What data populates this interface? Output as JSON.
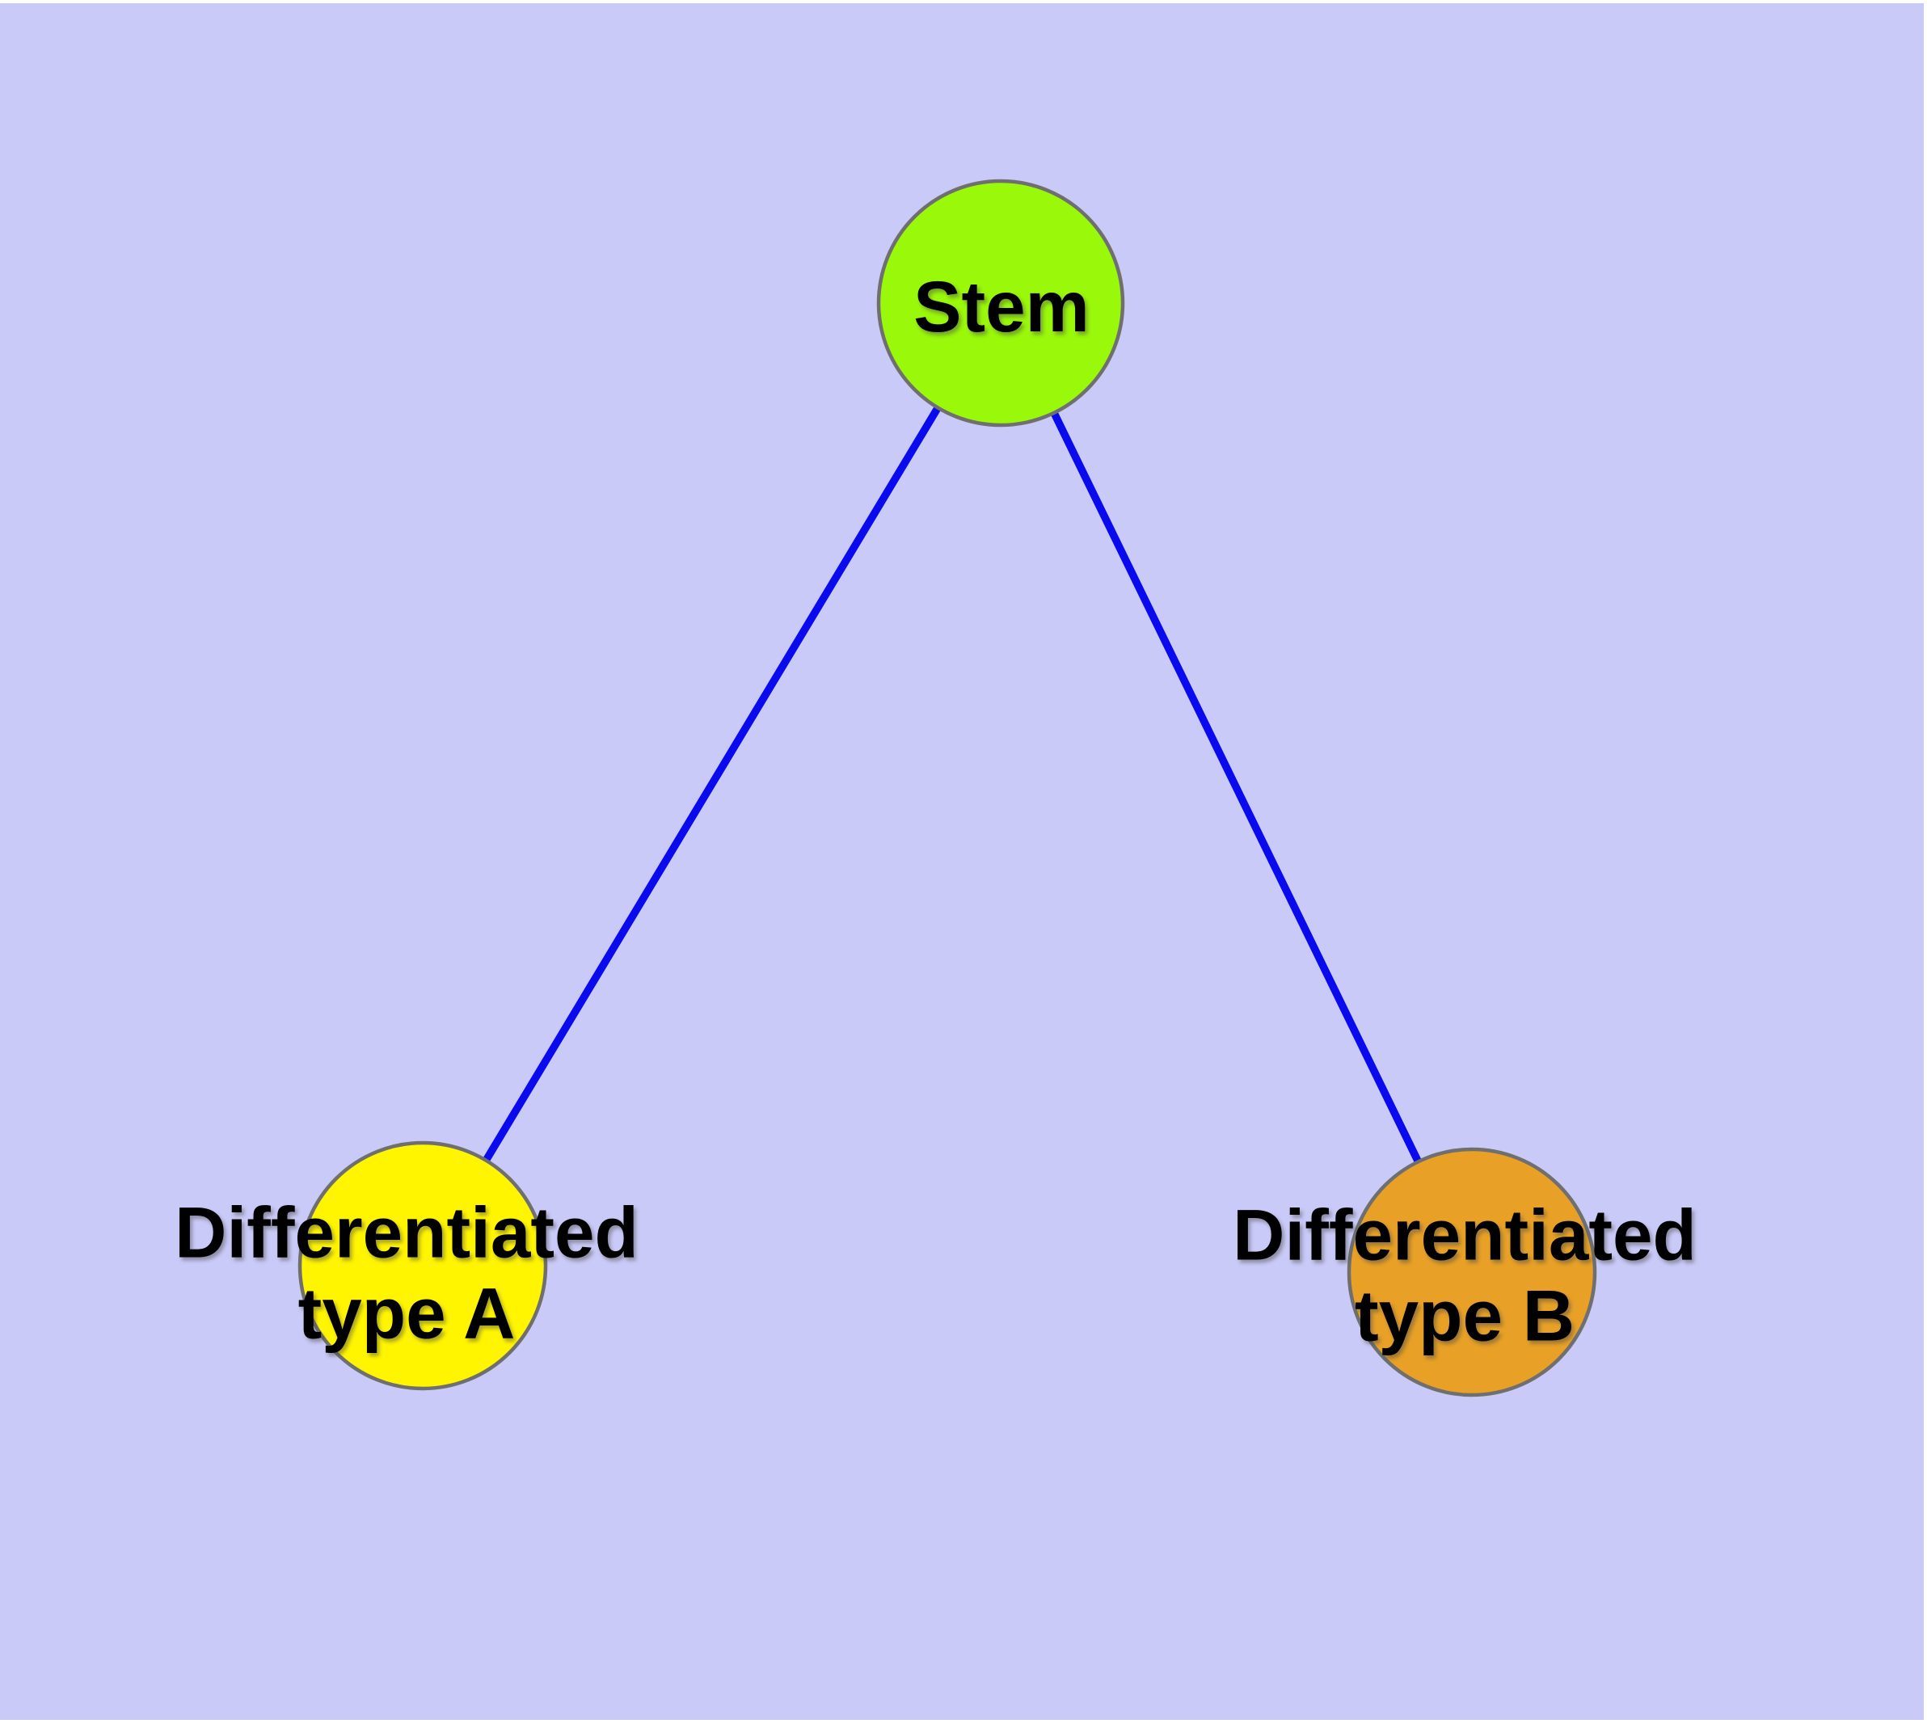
{
  "diagram": {
    "colors": {
      "background": "#CACAF8",
      "page_margin": "#FFFFFF",
      "edge": "#0A0AEF",
      "node_border": "#6F6F6F",
      "label_text": "#000000"
    },
    "nodes": {
      "stem": {
        "label": "Stem",
        "fill": "#9AF80A"
      },
      "type_a": {
        "line1": "Differentiated",
        "line2": "type A",
        "fill": "#FFF500"
      },
      "type_b": {
        "line1": "Differentiated",
        "line2": "type B",
        "fill": "#E8A126"
      }
    },
    "edges": [
      {
        "from": "Stem",
        "to": "Differentiated type A"
      },
      {
        "from": "Stem",
        "to": "Differentiated type B"
      }
    ]
  }
}
